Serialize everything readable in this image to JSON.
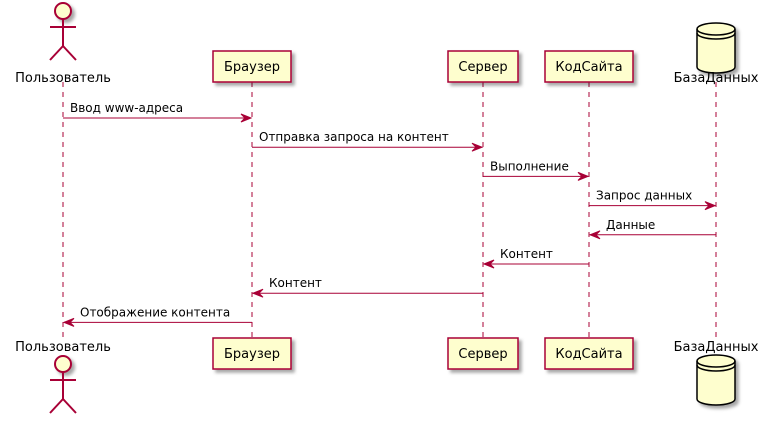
{
  "participants": [
    {
      "id": "user",
      "name": "Пользователь",
      "kind": "actor"
    },
    {
      "id": "browser",
      "name": "Браузер",
      "kind": "participant"
    },
    {
      "id": "server",
      "name": "Сервер",
      "kind": "participant"
    },
    {
      "id": "code",
      "name": "КодСайта",
      "kind": "participant"
    },
    {
      "id": "db",
      "name": "БазаДанных",
      "kind": "database"
    }
  ],
  "messages": [
    {
      "from": "user",
      "to": "browser",
      "text": "Ввод www-адреса"
    },
    {
      "from": "browser",
      "to": "server",
      "text": "Отправка запроса на контент"
    },
    {
      "from": "server",
      "to": "code",
      "text": "Выполнение"
    },
    {
      "from": "code",
      "to": "db",
      "text": "Запрос данных"
    },
    {
      "from": "db",
      "to": "code",
      "text": "Данные"
    },
    {
      "from": "code",
      "to": "server",
      "text": "Контент"
    },
    {
      "from": "server",
      "to": "browser",
      "text": "Контент"
    },
    {
      "from": "browser",
      "to": "user",
      "text": "Отображение контента"
    }
  ],
  "colors": {
    "box_fill": "#fefece",
    "border": "#a80036",
    "lifeline": "#a80036",
    "text": "#000000"
  }
}
